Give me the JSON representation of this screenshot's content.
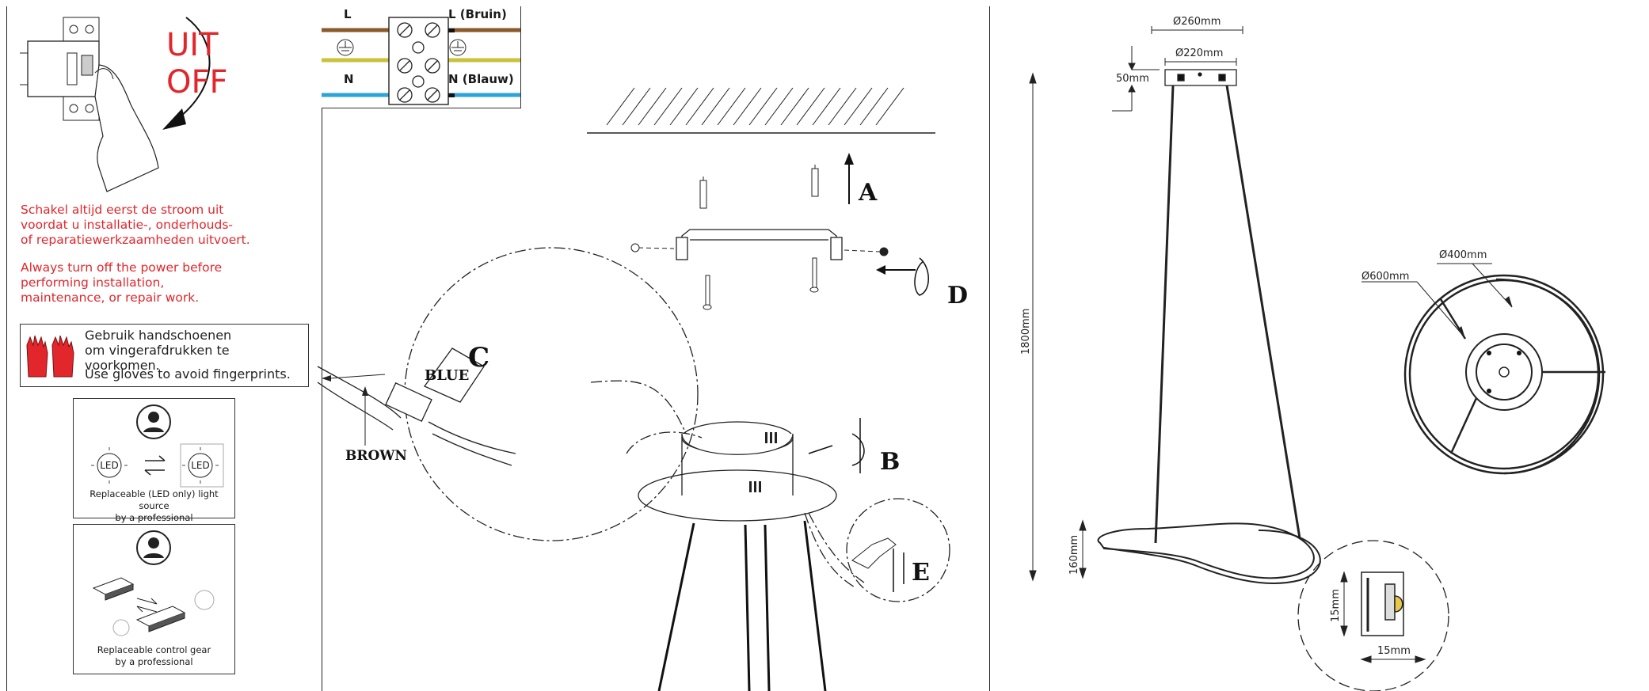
{
  "left_panel": {
    "switch_text_nl": "UIT",
    "switch_text_en": "OFF",
    "warning_nl": [
      "Schakel altijd eerst de stroom uit",
      "voordat u installatie-, onderhouds-",
      "of reparatiewerkzaamheden uitvoert."
    ],
    "warning_en": [
      "Always turn off the power before",
      "performing installation,",
      "maintenance, or repair work."
    ],
    "gloves_nl": [
      "Gebruik handschoenen",
      "om vingerafdrukken te voorkomen."
    ],
    "gloves_en": "Use gloves to avoid fingerprints.",
    "led_label": "LED",
    "replaceable_led": [
      "Replaceable (LED only) light source",
      "by a professional"
    ],
    "replaceable_gear": [
      "Replaceable control gear",
      "by a professional"
    ]
  },
  "wiring": {
    "l_label": "L",
    "l_right": "L (Bruin)",
    "n_label": "N",
    "n_right": "N (Blauw)",
    "colors": {
      "brown": "#8b5a2b",
      "yellow_green": "#c9c23a",
      "blue": "#2fa3d6"
    }
  },
  "install": {
    "step_a": "A",
    "step_b": "B",
    "step_c": "C",
    "step_d": "D",
    "step_e": "E",
    "blue": "BLUE",
    "brown": "BROWN"
  },
  "dimensions": {
    "d260": "Ø260mm",
    "d220": "Ø220mm",
    "h50": "50mm",
    "h1800": "1800mm",
    "h160": "160mm",
    "d600": "Ø600mm",
    "d400": "Ø400mm",
    "p15h": "15mm",
    "p15w": "15mm"
  },
  "accent": "#e1262c"
}
